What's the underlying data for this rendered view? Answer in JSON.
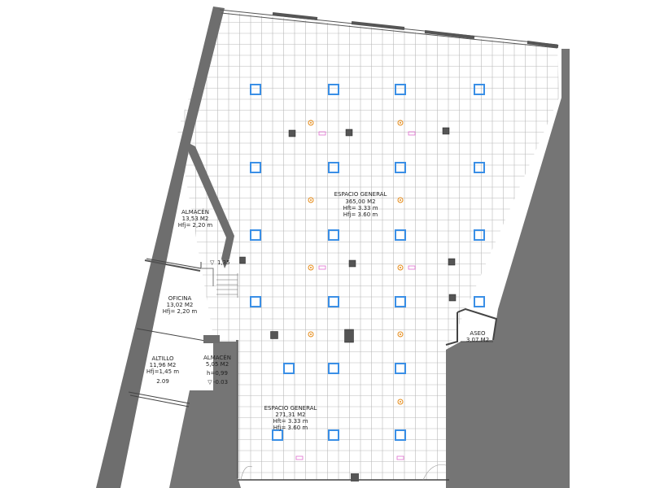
{
  "colors": {
    "wall": "#757575",
    "grid": "#b9b9b9",
    "light": "#3a8fe6",
    "sensor": "#e58a16",
    "vent": "#e06fd0",
    "column": "#555555"
  },
  "rooms": {
    "espacio_general_1": {
      "name": "ESPACIO GENERAL",
      "area": "365,00 M2",
      "hft": "Hft= 3.33 m",
      "hfj": "Hfj= 3.60 m"
    },
    "espacio_general_2": {
      "name": "ESPACIO GENERAL",
      "area": "271,31 M2",
      "hft": "Hft= 3.33 m",
      "hfj": "Hfj= 3.60 m"
    },
    "almacen_1": {
      "name": "ALMACÉN",
      "area": "13,53 M2",
      "hfj": "Hfj= 2,20 m"
    },
    "oficina": {
      "name": "OFICINA",
      "area": "13,02 M2",
      "hfj": "Hfj= 2,20 m"
    },
    "altillo": {
      "name": "ALTILLO",
      "area": "11,96 M2",
      "hfj": "Hfj=1,45 m",
      "extra": "2.09"
    },
    "almacen_2": {
      "name": "ALMACÉN",
      "area": "5,05 M2",
      "h": "h=0,99",
      "level": "-0.03"
    },
    "aseo": {
      "name": "ASEO",
      "area": "3,07 M2"
    }
  },
  "levels": {
    "stair_level": "1,35"
  },
  "icons": [
    "ceiling-light-icon",
    "smoke-detector-icon",
    "vent-icon",
    "column-icon",
    "level-mark-icon"
  ]
}
